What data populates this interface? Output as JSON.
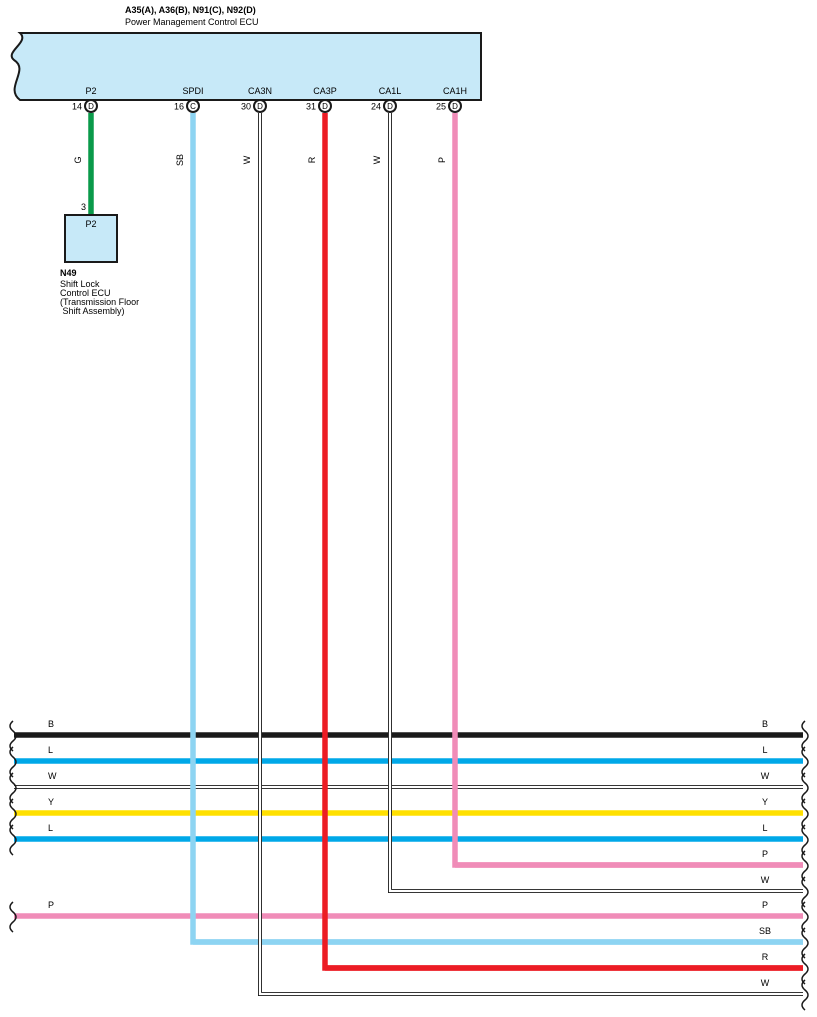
{
  "header": {
    "connector_codes": "A35(A), A36(B), N91(C), N92(D)",
    "ecu_name": "Power Management Control ECU"
  },
  "ecu_pins": [
    {
      "name": "P2",
      "pin": "14",
      "conn": "D",
      "wire": "G",
      "color": "#0a9a4a"
    },
    {
      "name": "SPDI",
      "pin": "16",
      "conn": "C",
      "wire": "SB",
      "color": "#8dd4f2"
    },
    {
      "name": "CA3N",
      "pin": "30",
      "conn": "D",
      "wire": "W",
      "color": "#ffffff"
    },
    {
      "name": "CA3P",
      "pin": "31",
      "conn": "D",
      "wire": "R",
      "color": "#ec1c24"
    },
    {
      "name": "CA1L",
      "pin": "24",
      "conn": "D",
      "wire": "W",
      "color": "#ffffff"
    },
    {
      "name": "CA1H",
      "pin": "25",
      "conn": "D",
      "wire": "P",
      "color": "#f08cb8"
    }
  ],
  "shift_lock_ecu": {
    "pin": "3",
    "terminal": "P2",
    "code": "N49",
    "lines": [
      "Shift Lock",
      "Control ECU",
      "(Transmission Floor",
      " Shift Assembly)"
    ]
  },
  "bus_wires": [
    {
      "left": "B",
      "right": "B",
      "color": "#1a1a1a"
    },
    {
      "left": "L",
      "right": "L",
      "color": "#00a8e8"
    },
    {
      "left": "W",
      "right": "W",
      "color": "#ffffff"
    },
    {
      "left": "Y",
      "right": "Y",
      "color": "#ffe000"
    },
    {
      "left": "L",
      "right": "L",
      "color": "#00a8e8"
    },
    {
      "left": "",
      "right": "P",
      "color": "#f08cb8"
    },
    {
      "left": "",
      "right": "W",
      "color": "#ffffff"
    },
    {
      "left": "P",
      "right": "P",
      "color": "#f08cb8"
    },
    {
      "left": "",
      "right": "SB",
      "color": "#8dd4f2"
    },
    {
      "left": "",
      "right": "R",
      "color": "#ec1c24"
    },
    {
      "left": "",
      "right": "W",
      "color": "#ffffff"
    }
  ],
  "colors": {
    "ecu_fill": "#c7e9f8",
    "outline": "#1a1a1a"
  }
}
